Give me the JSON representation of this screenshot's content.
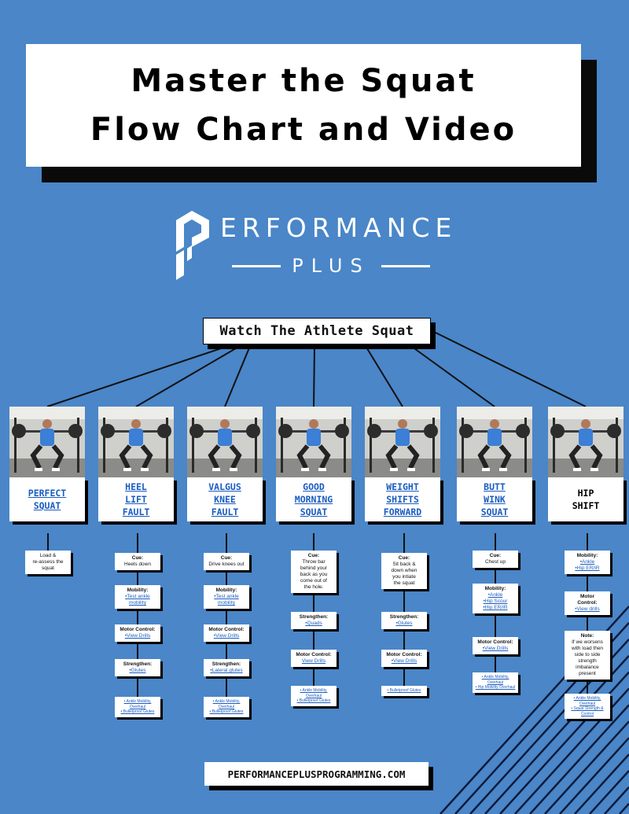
{
  "title": {
    "line1": "Master the Squat",
    "line2": "Flow Chart and Video"
  },
  "logo": {
    "word": "ERFORMANCE",
    "sub": "PLUS",
    "mark_icon": "p-logo-mark"
  },
  "root": {
    "label": "Watch The Athlete Squat"
  },
  "faults": [
    {
      "lines": [
        "PERFECT",
        "SQUAT"
      ],
      "linked": true,
      "cards": [
        {
          "items": [
            {
              "kind": "t",
              "text": "Load &"
            },
            {
              "kind": "t",
              "text": "re-assess the"
            },
            {
              "kind": "t",
              "text": "squat"
            }
          ]
        }
      ]
    },
    {
      "lines": [
        "HEEL",
        "LIFT",
        "FAULT"
      ],
      "linked": true,
      "cards": [
        {
          "items": [
            {
              "kind": "h",
              "text": "Cue:"
            },
            {
              "kind": "t",
              "text": "Heels down"
            }
          ]
        },
        {
          "items": [
            {
              "kind": "h",
              "text": "Mobility:"
            },
            {
              "kind": "a",
              "text": "•Test ankle"
            },
            {
              "kind": "a",
              "text": "mobility"
            }
          ]
        },
        {
          "items": [
            {
              "kind": "h",
              "text": "Motor Control:"
            },
            {
              "kind": "a",
              "text": "•View Drills"
            }
          ]
        },
        {
          "items": [
            {
              "kind": "h",
              "text": "Strengthen:"
            },
            {
              "kind": "a",
              "text": "•Glutes"
            }
          ]
        },
        {
          "small": true,
          "items": [
            {
              "kind": "a",
              "text": "• Ankle Mobility,"
            },
            {
              "kind": "a",
              "text": "Overhaul"
            },
            {
              "kind": "a",
              "text": "• Bulletproof Glutes"
            }
          ]
        }
      ]
    },
    {
      "lines": [
        "VALGUS",
        "KNEE",
        "FAULT"
      ],
      "linked": true,
      "cards": [
        {
          "items": [
            {
              "kind": "h",
              "text": "Cue:"
            },
            {
              "kind": "t",
              "text": "Drive knees out"
            }
          ]
        },
        {
          "items": [
            {
              "kind": "h",
              "text": "Mobility:"
            },
            {
              "kind": "a",
              "text": "•Test ankle"
            },
            {
              "kind": "a",
              "text": "mobility"
            }
          ]
        },
        {
          "items": [
            {
              "kind": "h",
              "text": "Motor Control:"
            },
            {
              "kind": "a",
              "text": "•View Drills"
            }
          ]
        },
        {
          "items": [
            {
              "kind": "h",
              "text": "Strengthen:"
            },
            {
              "kind": "a",
              "text": "•Lateral glutes"
            }
          ]
        },
        {
          "small": true,
          "items": [
            {
              "kind": "a",
              "text": "• Ankle Mobility,"
            },
            {
              "kind": "a",
              "text": "Overhaul"
            },
            {
              "kind": "a",
              "text": "• Bulletproof Glutes"
            }
          ]
        }
      ]
    },
    {
      "lines": [
        "GOOD",
        "MORNING",
        "SQUAT"
      ],
      "linked": true,
      "cards": [
        {
          "items": [
            {
              "kind": "h",
              "text": "Cue:"
            },
            {
              "kind": "t",
              "text": "Throw bar"
            },
            {
              "kind": "t",
              "text": "behind your"
            },
            {
              "kind": "t",
              "text": "back as you"
            },
            {
              "kind": "t",
              "text": "come out of"
            },
            {
              "kind": "t",
              "text": "the hole."
            }
          ]
        },
        {
          "items": [
            {
              "kind": "h",
              "text": "Strengthen:"
            },
            {
              "kind": "a",
              "text": "•Quads"
            }
          ]
        },
        {
          "items": [
            {
              "kind": "h",
              "text": "Motor Control:"
            },
            {
              "kind": "a",
              "text": "View Drills"
            }
          ]
        },
        {
          "small": true,
          "items": [
            {
              "kind": "a",
              "text": "• Ankle Mobility,"
            },
            {
              "kind": "a",
              "text": "Overhaul"
            },
            {
              "kind": "a",
              "text": "• Bulletproof Glutes"
            }
          ]
        }
      ]
    },
    {
      "lines": [
        "WEIGHT",
        "SHIFTS",
        "FORWARD"
      ],
      "linked": true,
      "cards": [
        {
          "items": [
            {
              "kind": "h",
              "text": "Cue:"
            },
            {
              "kind": "t",
              "text": "Sit back &"
            },
            {
              "kind": "t",
              "text": "down when"
            },
            {
              "kind": "t",
              "text": "you intiate"
            },
            {
              "kind": "t",
              "text": "the squat"
            }
          ]
        },
        {
          "items": [
            {
              "kind": "h",
              "text": "Strengthen:"
            },
            {
              "kind": "a",
              "text": "•Glutes"
            }
          ]
        },
        {
          "items": [
            {
              "kind": "h",
              "text": "Motor Control:"
            },
            {
              "kind": "a",
              "text": "•View Drills"
            }
          ]
        },
        {
          "small": true,
          "items": [
            {
              "kind": "a",
              "text": "• Bulletproof Glutes"
            }
          ]
        }
      ]
    },
    {
      "lines": [
        "BUTT",
        "WINK",
        "SQUAT"
      ],
      "linked": true,
      "cards": [
        {
          "items": [
            {
              "kind": "h",
              "text": "Cue:"
            },
            {
              "kind": "t",
              "text": "Chest up"
            }
          ]
        },
        {
          "items": [
            {
              "kind": "h",
              "text": "Mobility:"
            },
            {
              "kind": "a",
              "text": "•Ankle"
            },
            {
              "kind": "a",
              "text": "•Hip Scour"
            },
            {
              "kind": "a",
              "text": "•Hip ER/IR"
            }
          ]
        },
        {
          "items": [
            {
              "kind": "h",
              "text": "Motor Control:"
            },
            {
              "kind": "a",
              "text": "•View Drills"
            }
          ]
        },
        {
          "small": true,
          "items": [
            {
              "kind": "a",
              "text": "• Ankle Mobility,"
            },
            {
              "kind": "a",
              "text": "Overhaul"
            },
            {
              "kind": "a",
              "text": "• Hip Mobility Overhaul"
            }
          ]
        }
      ]
    },
    {
      "lines": [
        "HIP",
        "SHIFT"
      ],
      "linked": false,
      "cards": [
        {
          "items": [
            {
              "kind": "h",
              "text": "Mobility:"
            },
            {
              "kind": "a",
              "text": "•Ankle"
            },
            {
              "kind": "a",
              "text": "•Hip ER/IR"
            }
          ]
        },
        {
          "items": [
            {
              "kind": "h",
              "text": "Motor"
            },
            {
              "kind": "h",
              "text": "Control:"
            },
            {
              "kind": "a",
              "text": "•View drills"
            }
          ]
        },
        {
          "items": [
            {
              "kind": "h",
              "text": "Note:"
            },
            {
              "kind": "t",
              "text": "If we worsens"
            },
            {
              "kind": "t",
              "text": "with load then"
            },
            {
              "kind": "t",
              "text": "side to side"
            },
            {
              "kind": "t",
              "text": "strength"
            },
            {
              "kind": "t",
              "text": "imbalance"
            },
            {
              "kind": "t",
              "text": "present"
            }
          ]
        },
        {
          "small": true,
          "items": [
            {
              "kind": "a",
              "text": "• Ankle Mobility,"
            },
            {
              "kind": "a",
              "text": "Overhaul"
            },
            {
              "kind": "a",
              "text": "• Squat Strength &"
            },
            {
              "kind": "a",
              "text": "Control"
            }
          ]
        }
      ]
    }
  ],
  "footer": {
    "url": "PERFORMANCEPLUSPROGRAMMING.COM"
  },
  "colors": {
    "background": "#4a86c8",
    "link": "#1a5cc0",
    "shadow": "#000000"
  }
}
